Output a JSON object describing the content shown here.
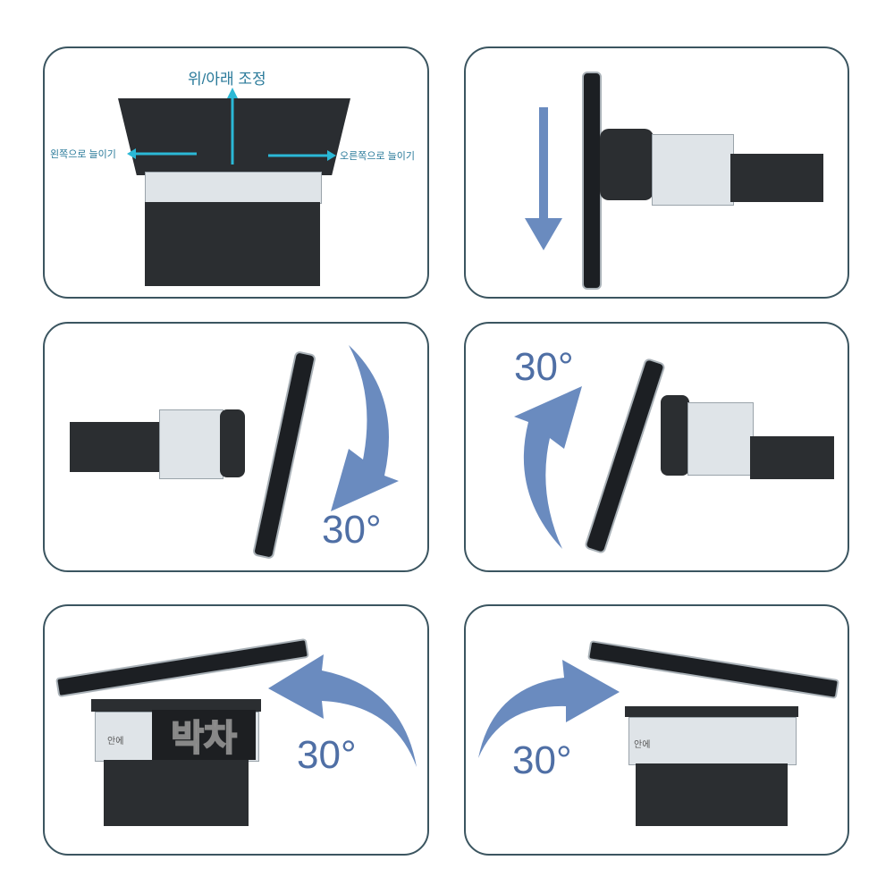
{
  "panels": {
    "top_left": {
      "up_down_label": "위/아래 조정",
      "left_label": "왼쪽으로 늘이기",
      "right_label": "오른쪽으로 늘이기"
    },
    "middle_left": {
      "angle": "30°"
    },
    "middle_right": {
      "angle": "30°"
    },
    "bottom_left": {
      "angle": "30°",
      "reverse_label": "박차",
      "small_label": "안에"
    },
    "bottom_right": {
      "angle": "30°",
      "small_label": "안에"
    }
  },
  "colors": {
    "arrow": "#6a8bbf",
    "guide_arrow": "#2bb8d6",
    "border": "#3b5560"
  }
}
